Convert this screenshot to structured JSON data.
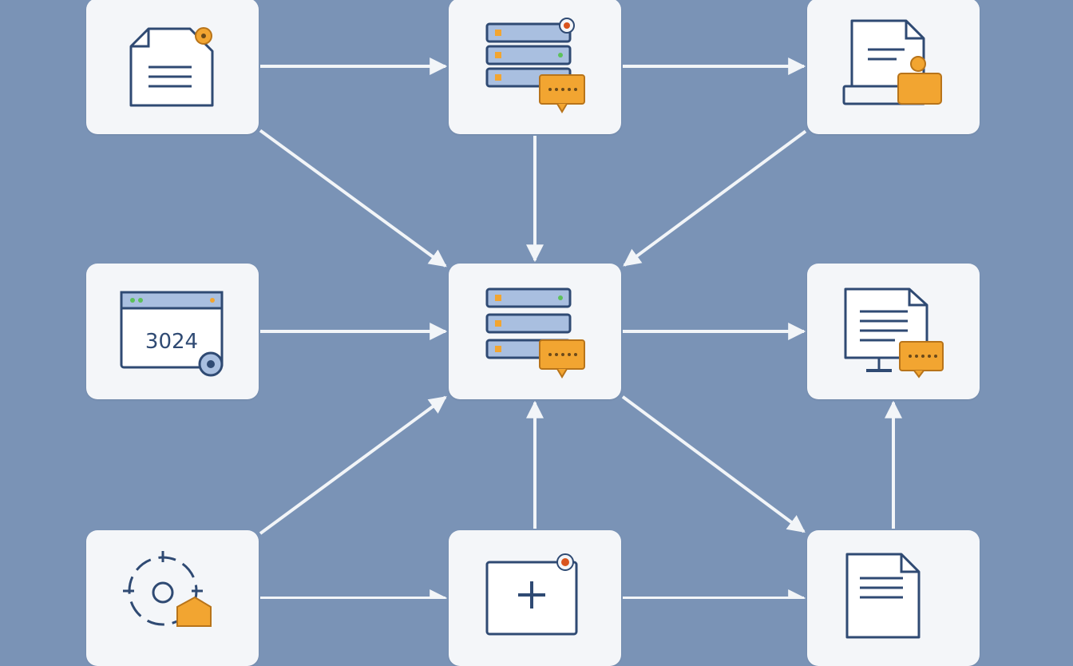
{
  "colors": {
    "background": "#7a93b6",
    "card": "#f4f6f9",
    "icon_stroke": "#2f4a73",
    "icon_fill": "#a9bfe0",
    "accent_orange": "#f2a531",
    "accent_orange_dark": "#b8741a",
    "accent_green": "#5cc15a",
    "arrow": "#f2f5f8"
  },
  "nodes": [
    {
      "id": "n1",
      "icon": "document-icon"
    },
    {
      "id": "n2",
      "icon": "server-chat-icon"
    },
    {
      "id": "n3",
      "icon": "document-user-icon"
    },
    {
      "id": "n4",
      "icon": "browser-window-icon",
      "text": "3024"
    },
    {
      "id": "n5",
      "icon": "server-chat-icon"
    },
    {
      "id": "n6",
      "icon": "monitor-chat-icon"
    },
    {
      "id": "n7",
      "icon": "target-user-icon"
    },
    {
      "id": "n8",
      "icon": "add-window-icon"
    },
    {
      "id": "n9",
      "icon": "document-icon"
    }
  ],
  "edges": [
    {
      "from": "n1",
      "to": "n2"
    },
    {
      "from": "n2",
      "to": "n3"
    },
    {
      "from": "n1",
      "to": "n5"
    },
    {
      "from": "n2",
      "to": "n5"
    },
    {
      "from": "n3",
      "to": "n5"
    },
    {
      "from": "n4",
      "to": "n5"
    },
    {
      "from": "n5",
      "to": "n6"
    },
    {
      "from": "n7",
      "to": "n5"
    },
    {
      "from": "n8",
      "to": "n5"
    },
    {
      "from": "n5",
      "to": "n9"
    },
    {
      "from": "n9",
      "to": "n6"
    },
    {
      "from": "n7",
      "to": "n8"
    },
    {
      "from": "n8",
      "to": "n9"
    }
  ]
}
